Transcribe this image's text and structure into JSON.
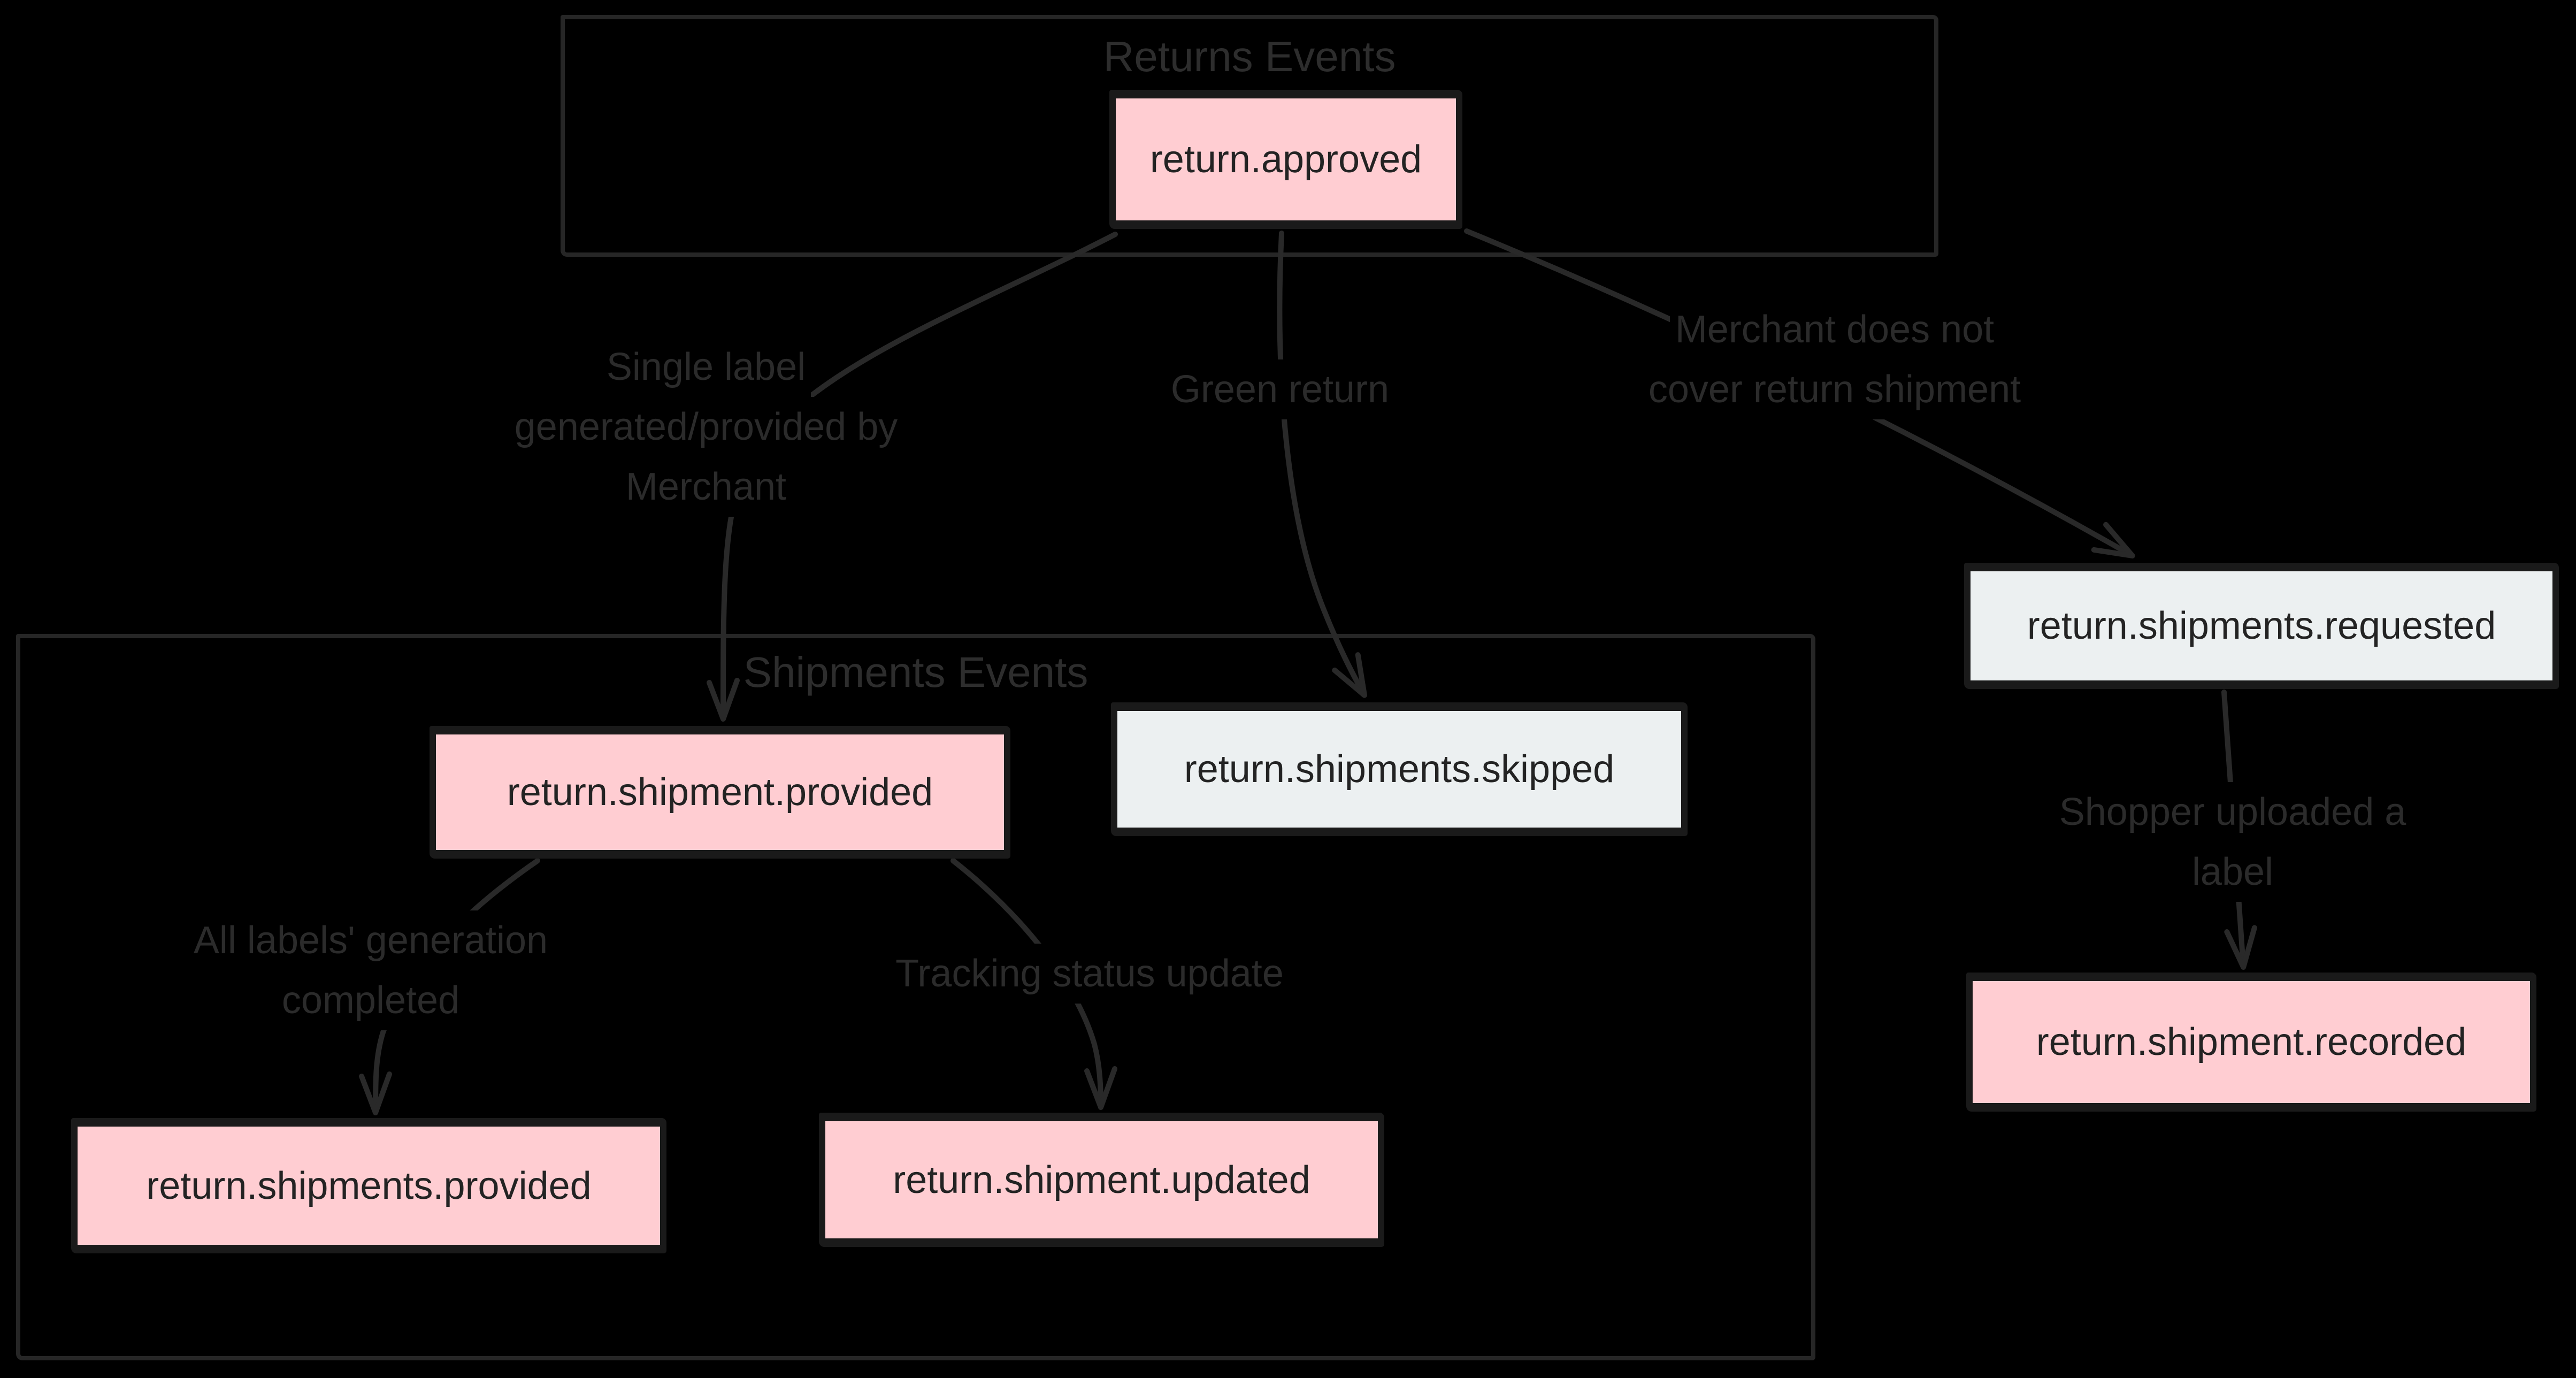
{
  "diagram": {
    "type": "flowchart",
    "colors": {
      "background": "#000000",
      "node_fill_pink": "#ffcdd2",
      "node_fill_gray": "#ecf0f1",
      "node_border": "#1a1a1a",
      "node_text": "#232323",
      "container_border": "#262626",
      "container_title": "#2d2d2d",
      "edge_line": "#292929",
      "edge_label_text": "#2b2b2b"
    },
    "containers": [
      {
        "id": "returns",
        "title": "Returns Events"
      },
      {
        "id": "shipments",
        "title": "Shipments Events"
      }
    ],
    "nodes": [
      {
        "id": "approved",
        "label": "return.approved",
        "variant": "pink",
        "container": "returns"
      },
      {
        "id": "requested",
        "label": "return.shipments.requested",
        "variant": "gray",
        "container": null
      },
      {
        "id": "provided",
        "label": "return.shipment.provided",
        "variant": "pink",
        "container": "shipments"
      },
      {
        "id": "skipped",
        "label": "return.shipments.skipped",
        "variant": "gray",
        "container": "shipments"
      },
      {
        "id": "shipments_provided",
        "label": "return.shipments.provided",
        "variant": "pink",
        "container": "shipments"
      },
      {
        "id": "updated",
        "label": "return.shipment.updated",
        "variant": "pink",
        "container": "shipments"
      },
      {
        "id": "recorded",
        "label": "return.shipment.recorded",
        "variant": "pink",
        "container": null
      }
    ],
    "edge_labels": [
      {
        "id": "single-label",
        "lines": [
          "Single label",
          "generated/provided by",
          "Merchant"
        ]
      },
      {
        "id": "green-return",
        "lines": [
          "Green return"
        ]
      },
      {
        "id": "merchant-not-cover",
        "lines": [
          "Merchant does not",
          "cover return shipment"
        ]
      },
      {
        "id": "all-labels",
        "lines": [
          "All labels' generation",
          "completed"
        ]
      },
      {
        "id": "tracking",
        "lines": [
          "Tracking status update"
        ]
      },
      {
        "id": "shopper-uploaded",
        "lines": [
          "Shopper uploaded a",
          "label"
        ]
      }
    ],
    "edges": [
      {
        "from": "return.approved",
        "to": "return.shipment.provided",
        "label": "Single label generated/provided by Merchant"
      },
      {
        "from": "return.approved",
        "to": "return.shipments.skipped",
        "label": "Green return"
      },
      {
        "from": "return.approved",
        "to": "return.shipments.requested",
        "label": "Merchant does not cover return shipment"
      },
      {
        "from": "return.shipments.requested",
        "to": "return.shipment.recorded",
        "label": "Shopper uploaded a label"
      },
      {
        "from": "return.shipment.provided",
        "to": "return.shipments.provided",
        "label": "All labels' generation completed"
      },
      {
        "from": "return.shipment.provided",
        "to": "return.shipment.updated",
        "label": "Tracking status update"
      }
    ]
  }
}
